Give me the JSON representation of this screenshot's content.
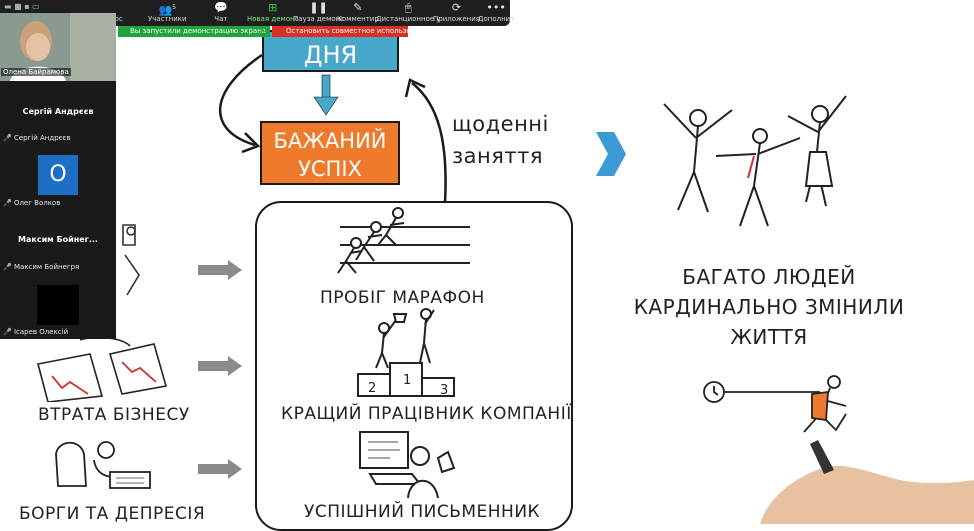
{
  "toolbar": {
    "items": [
      {
        "label": "нос",
        "icon": "audio-icon"
      },
      {
        "label": "Участники",
        "icon": "participants-icon",
        "badge": "5"
      },
      {
        "label": "Чат",
        "icon": "chat-icon"
      },
      {
        "label": "Новая демонс",
        "icon": "share-screen-icon"
      },
      {
        "label": "Пауза демонс",
        "icon": "pause-icon"
      },
      {
        "label": "Комментир",
        "icon": "annotate-icon"
      },
      {
        "label": "Дистанционное у",
        "icon": "remote-control-icon"
      },
      {
        "label": "Приложения",
        "icon": "apps-icon"
      },
      {
        "label": "Дополнит",
        "icon": "more-icon"
      }
    ],
    "sharing_status": "Вы запустили демонстрацию экрана",
    "stop_share": "Остановить совместное использование",
    "colors": {
      "green": "#1fa33b",
      "red": "#d93025",
      "bar": "#1f1f1f"
    }
  },
  "participants": [
    {
      "name": "Олена Байрамова",
      "type": "video"
    },
    {
      "name_bold": "Сергій Андрєєв",
      "name": "Сергій Андрєєв",
      "muted": true
    },
    {
      "initial": "O",
      "name": "Олег Волков",
      "muted": true
    },
    {
      "name_bold": "Максим Бойнег...",
      "name": "Максим Бойнегря",
      "muted": true
    },
    {
      "name": "Ісарев Олексій",
      "muted": true
    }
  ],
  "whiteboard": {
    "box_day": "ДНЯ",
    "box_success_line1": "БАЖАНИЙ",
    "box_success_line2": "УСПІХ",
    "daily_line1": "щоденні",
    "daily_line2": "заняття",
    "item_marathon": "ПРОБІГ МАРАФОН",
    "item_best_worker": "КРАЩИЙ ПРАЦІВНИК КОМПАНІЇ",
    "item_writer": "УСПІШНИЙ ПИСЬМЕННИК",
    "left_loss": "ВТРАТА БІЗНЕСУ",
    "left_debts": "БОРГИ ТА ДЕПРЕСІЯ",
    "right_line1": "БАГАТО ЛЮДЕЙ",
    "right_line2": "КАРДИНАЛЬНО ЗМІНИЛИ",
    "right_line3": "ЖИТТЯ",
    "podium_1": "1",
    "podium_2": "2",
    "podium_3": "3",
    "colors": {
      "blue": "#48a8cc",
      "orange": "#f07a2c",
      "chevron": "#3b9ad6",
      "arrow_gray": "#8a8a8a"
    }
  }
}
